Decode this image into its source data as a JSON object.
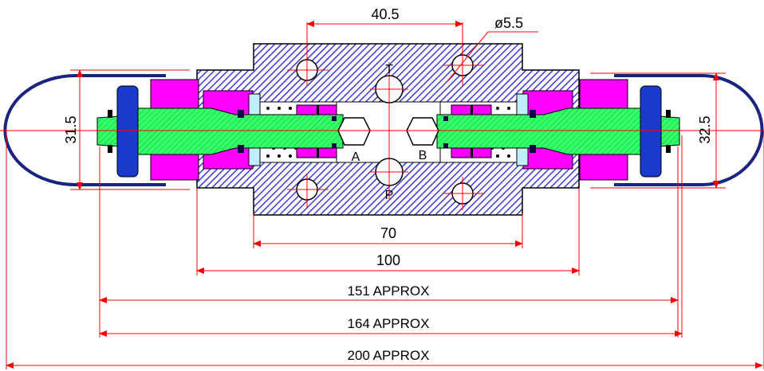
{
  "dimensions": {
    "hole_spacing": "40.5",
    "hole_diameter": "ø5.5",
    "left_cap": "31.5",
    "right_cap": "32.5",
    "d70": "70",
    "d100": "100",
    "d151": "151 APPROX",
    "d164": "164 APPROX",
    "d200": "200 APPROX"
  },
  "ports": {
    "t": "T",
    "p": "P",
    "a": "A",
    "b": "B"
  },
  "colors": {
    "body": "#3a3ad8",
    "solenoid": "#ff00ff",
    "spool": "#33ff66",
    "nut": "#1a3acc",
    "dim_line": "#ff0000",
    "outline": "#000000"
  }
}
